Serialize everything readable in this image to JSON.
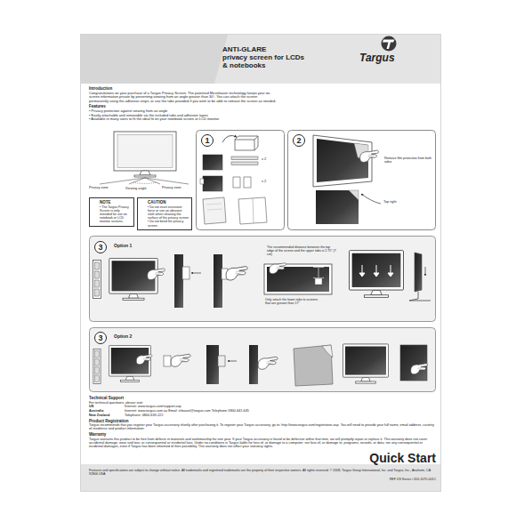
{
  "diagram": {
    "title": "ANTI-GLARE",
    "nodes": [
      {
        "text": [
          "NOTE",
          "• The Targus Privacy Screen is only intended for use on notebook or LCD monitor screens."
        ]
      },
      {
        "text": [
          "CAUTION",
          "• Do not exert excessive force or use an abrasive cloth when cleaning the surface of the privacy screen",
          "• Do not bend the privacy screen"
        ]
      },
      {
        "text": [
          "1"
        ]
      },
      {
        "text": [
          "2"
        ]
      },
      {
        "text": [
          "3"
        ]
      },
      {
        "text": [
          "3"
        ]
      }
    ],
    "labels": [
      "privacy screen for LCDs & notebooks",
      "Targus",
      "Introduction",
      "Congratulations on your purchase of a Targus Privacy Screen. The patented Microlouver technology keeps your on-screen information private by preventing viewing from an angle greater than 30°. You can attach the screen permanently using the adhesive strips, or use the tabs provided if you wish to be able to remove the screen as needed.",
      "Features",
      "• Privacy protection against viewing from an angle",
      "• Easily attachable and removable via the included tabs and adhesive tapes",
      "• Available in many sizes to fit the ideal fit on your notebook screen or LCD monitor",
      "Privacy zone",
      "Viewing angle",
      "Privacy zone",
      "x 2",
      "x 2",
      "Remove film protection from both sides",
      "Top right",
      "Option 1",
      "The recommended distance between the top edge of the screen and the upper tabs is 2.75\" (7 cm)",
      "Only attach the lower tabs to screens that are greater than 17\"",
      "Option 2",
      "Technical Support",
      "For technical questions, please visit:",
      "US",
      "Internet: www.targus.com/support.asp",
      "Australia",
      "Internet: www.targus.com.au   Email: infoaust@targus.com   Telephone:1800-641-645",
      "New Zealand",
      "Telephone: 0800-633-222",
      "Product Registration",
      "Targus recommends that you register your Targus accessory shortly after purchasing it. To register your Targus accessory, go to: http://www.targus.com/registration.asp. You will need to provide your full name, email address, country of residence and product information.",
      "Warranty",
      "Targus warrants this product to be free from defects in materials and workmanship for one year. If your Targus accessory is found to be defective within that time, we will promptly repair or replace it. This warranty does not cover accidental damage, wear and tear, or consequential or incidental loss. Under no conditions is Targus liable for loss of, or damage to a computer; nor loss of, or damage to, programs, records, or data; nor any consequential or incidental damages, even if Targus has been informed of their possibility. This warranty does not affect your statutory rights.",
      "Quick Start",
      "Features and specifications are subject to change without notice. All trademarks and registered trademarks are the property of their respective owners. All rights reserved. © 2008, Targus Group International, Inc. and Targus, Inc., Anaheim, CA 92806 USA",
      "REF US Series / 410-1075-001C"
    ]
  }
}
